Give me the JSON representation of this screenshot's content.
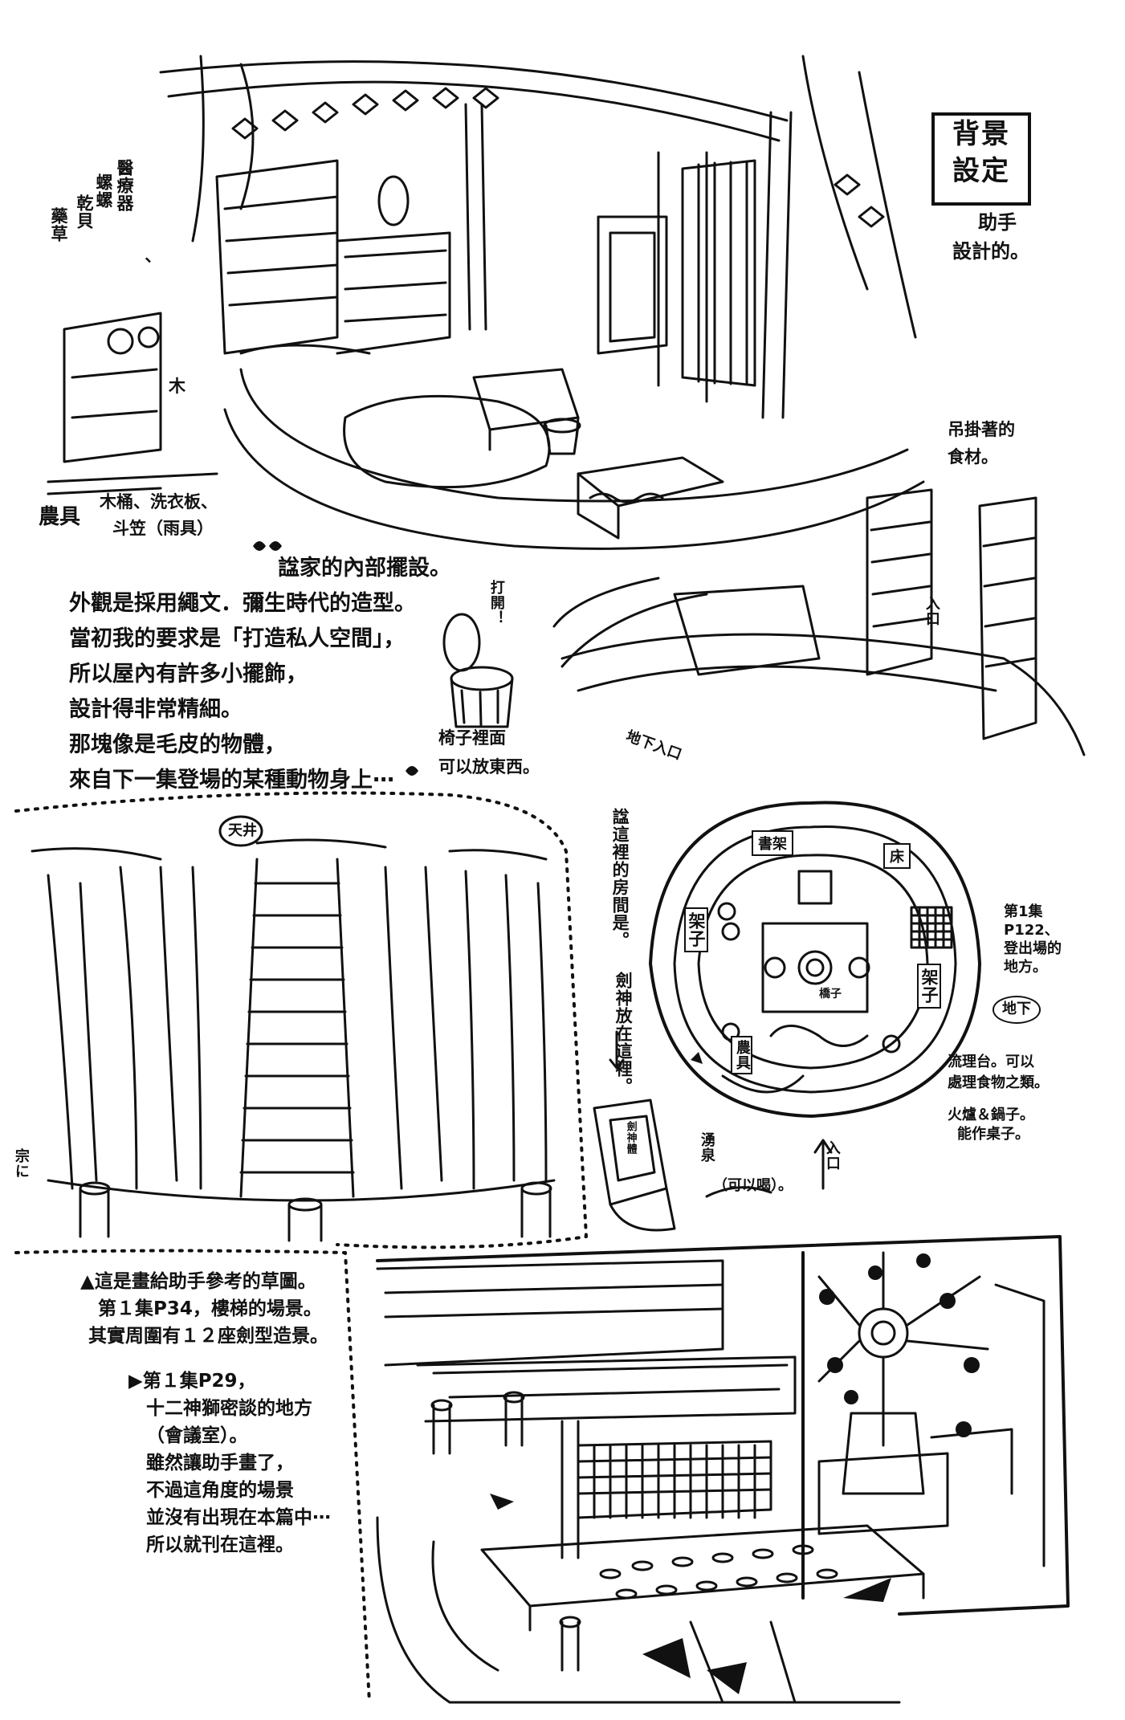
{
  "title": {
    "line1": "背景",
    "line2": "設定"
  },
  "subtitle": {
    "line1": "助手",
    "line2": "設計的。"
  },
  "top_room": {
    "label_herbs": "藥草",
    "label_medical_line1": "醫療器",
    "label_medical_line2": "螺螺",
    "label_medical_line3": "乾貝",
    "label_medical_line4": "、",
    "label_farm": "農具",
    "label_farm_items_line1": "木桶、洗衣板、",
    "label_farm_items_line2": "斗笠（雨具）",
    "label_hanging": "吊掛著的",
    "label_hanging2": "食材。",
    "label_tree": "木",
    "label_entry": "入口",
    "label_open": "打開！",
    "label_chair": "椅子裡面",
    "label_chair2": "可以放東西。",
    "label_underground": "地下入口"
  },
  "description": {
    "line1": "諡家的內部擺設。",
    "line2": "外觀是採用繩文．彌生時代的造型。",
    "line3": "當初我的要求是「打造私人空間」，",
    "line4": "所以屋內有許多小擺飾，",
    "line5": "設計得非常精細。",
    "line6": "那塊像是毛皮的物體，",
    "line7": "來自下一集登場的某種動物身上⋯"
  },
  "plan": {
    "room_label": "諡這裡的房間是。",
    "sword_label": "劍神放在這裡。",
    "shelf_left": "架子",
    "shelf_right": "架子",
    "top_left": "書架",
    "top_right": "床",
    "farm_tool": "農具",
    "ref_line1": "第1集",
    "ref_line2": "P122、",
    "ref_line3": "登出場的",
    "ref_line4": "地方。",
    "underground": "地下",
    "sink_line1": "流理台。可以",
    "sink_line2": "處理食物之類。",
    "stove_line1": "火爐＆鍋子。",
    "stove_line2": "能作桌子。",
    "entrance": "入口",
    "spring": "湧泉",
    "spring2": "（可以喝）。",
    "shrine": "劍神體",
    "center": "橋子"
  },
  "stair_sketch": {
    "ceiling": "天井",
    "left_side": "宗に"
  },
  "bottom_notes": {
    "a_line1": "▲這是畫給助手參考的草圖。",
    "a_line2": "第１集P34，樓梯的場景。",
    "a_line3": "其實周圍有１２座劍型造景。",
    "b_line1": "▶第１集P29，",
    "b_line2": "十二神獅密談的地方",
    "b_line3": "（會議室）。",
    "b_line4": "雖然讓助手畫了，",
    "b_line5": "不過這角度的場景",
    "b_line6": "並沒有出現在本篇中⋯",
    "b_line7": "所以就刊在這裡。"
  },
  "colors": {
    "ink": "#111111",
    "paper": "#ffffff"
  }
}
